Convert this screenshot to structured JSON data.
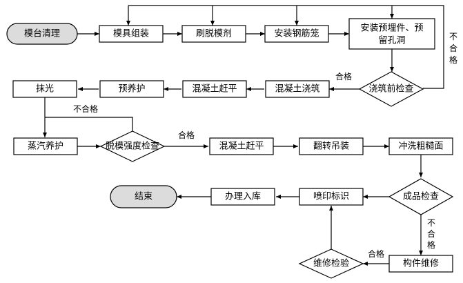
{
  "nodes": {
    "n_start": "模台清理",
    "n_mould": "模具组装",
    "n_release": "刷脱模剂",
    "n_cage": "安装钢筋笼",
    "n_embed_1": "安装预埋件、预",
    "n_embed_2": "留孔洞",
    "n_precheck": "浇筑前检查",
    "n_pour": "混凝土浇筑",
    "n_level1": "混凝土赶平",
    "n_precure": "预养护",
    "n_trowel": "抹光",
    "n_steam": "蒸汽养护",
    "n_strength": "脱模强度检查",
    "n_level2": "混凝土赶平",
    "n_flip": "翻转吊装",
    "n_wash": "冲洗粗糙面",
    "n_qc": "成品检查",
    "n_repair": "构件维修",
    "n_repaircheck": "维修检验",
    "n_mark": "喷印标识",
    "n_store": "办理入库",
    "n_end": "结束"
  },
  "edges": {
    "e_pass1": "合格",
    "e_fail1_a": "不",
    "e_fail1_b": "合",
    "e_fail1_c": "格",
    "e_fail2": "不合格",
    "e_pass2": "合格",
    "e_fail3_a": "不",
    "e_fail3_b": "合",
    "e_fail3_c": "格",
    "e_pass3": "合格"
  }
}
